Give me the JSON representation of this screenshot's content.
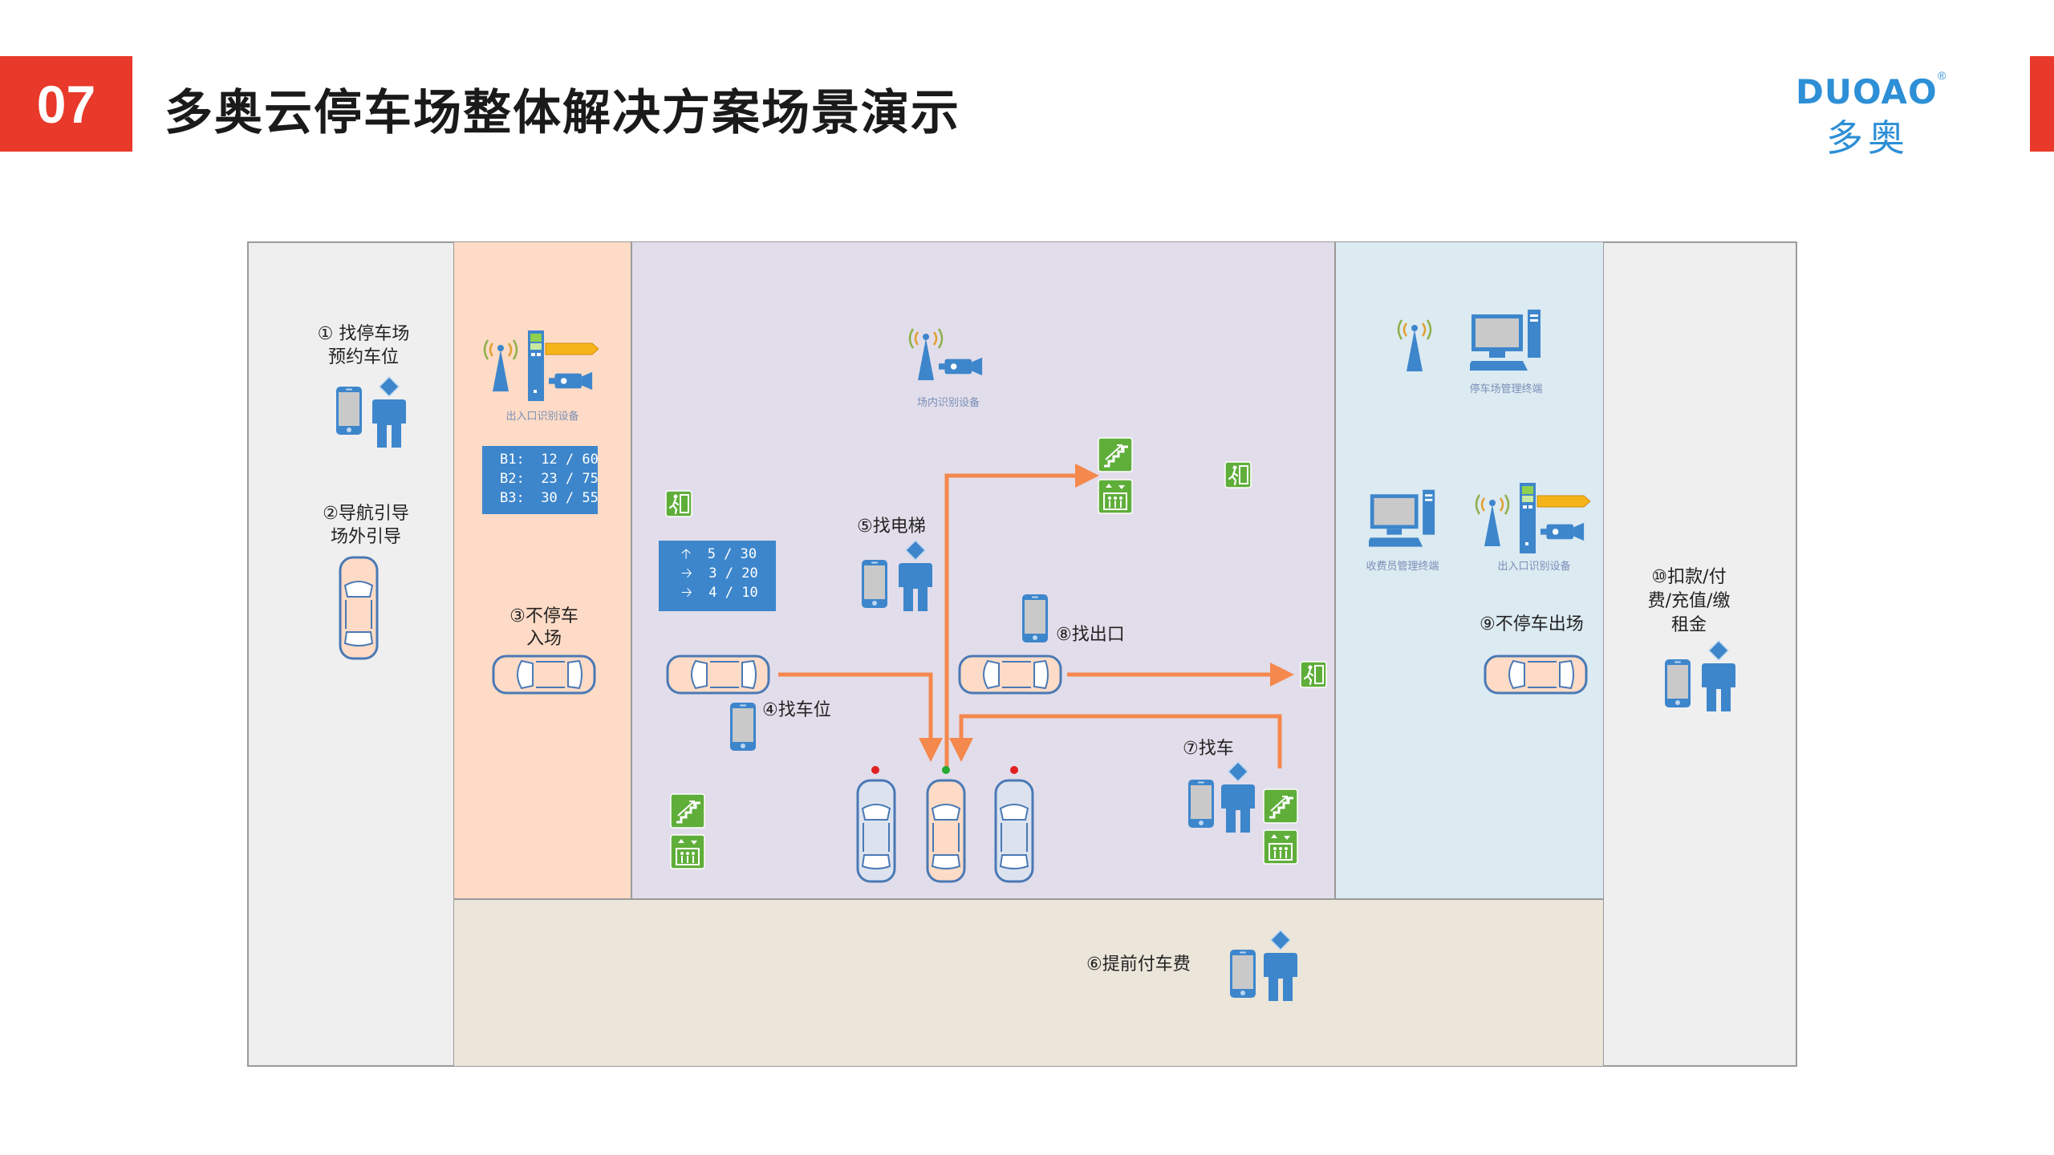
{
  "header": {
    "number": "07",
    "title": "多奥云停车场整体解决方案场景演示",
    "logo_en": "DUOAO",
    "logo_reg": "®",
    "logo_cn": "多奥"
  },
  "steps": {
    "s1_line1": "① 找停车场",
    "s1_line2": "预约车位",
    "s2_line1": "②导航引导",
    "s2_line2": "场外引导",
    "s3_line1": "③不停车",
    "s3_line2": "入场",
    "s4": "④找车位",
    "s5": "⑤找电梯",
    "s6": "⑥提前付车费",
    "s7": "⑦找车",
    "s8": "⑧找出口",
    "s9": "⑨不停车出场",
    "s10_line1": "⑩扣款/付",
    "s10_line2": "费/充值/缴",
    "s10_line3": "租金"
  },
  "captions": {
    "entry_device": "出入口识别设备",
    "inner_device": "场内识别设备",
    "mgmt_terminal": "停车场管理终端",
    "cashier_terminal": "收费员管理终端",
    "exit_device": "出入口识别设备"
  },
  "floor_board": [
    {
      "floor": "B1:",
      "value": "12 / 60"
    },
    {
      "floor": "B2:",
      "value": "23 / 75"
    },
    {
      "floor": "B3:",
      "value": "30 / 55"
    }
  ],
  "direction_board": [
    {
      "dir": "up",
      "value": "5 / 30"
    },
    {
      "dir": "right",
      "value": "3 / 20"
    },
    {
      "dir": "right",
      "value": "4 / 10"
    }
  ],
  "colors": {
    "accent_red": "#e8392a",
    "arrow_orange": "#f5884d",
    "person_blue": "#3d86cc",
    "sign_green": "#5fae3a",
    "logo_blue": "#2d8fd6",
    "slot_occupied": "#e02020",
    "slot_free": "#22aa33"
  }
}
